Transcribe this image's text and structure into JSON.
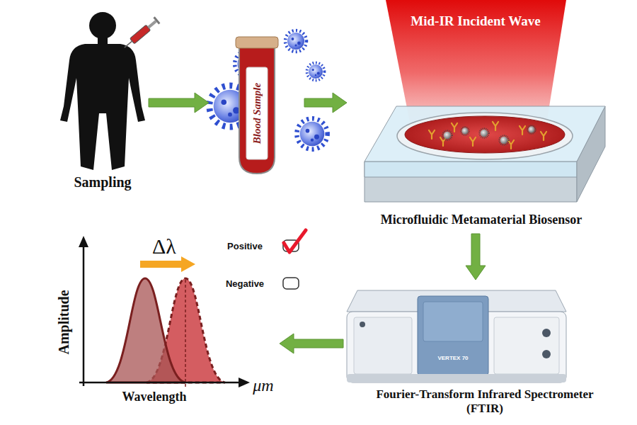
{
  "diagram": {
    "nodes": [
      {
        "text": [
          "Sampling"
        ]
      },
      {
        "text": [
          "Blood Sample"
        ]
      },
      {
        "text": [
          "Microfluidic Metamaterial Biosensor"
        ]
      },
      {
        "text": [
          "Fourier-Transform Infrared Spectrometer (FTIR)"
        ]
      },
      {
        "text": [
          "Δλ",
          "Amplitude",
          "Wavelength",
          "μm"
        ]
      }
    ],
    "edges": [
      {
        "from": 0,
        "to": 1,
        "arrow": "to"
      },
      {
        "from": 1,
        "to": 2,
        "arrow": "to"
      },
      {
        "from": 2,
        "to": 3,
        "arrow": "to"
      },
      {
        "from": 3,
        "to": 4,
        "arrow": "to"
      }
    ],
    "labels": [
      "Mid-IR Incident Wave",
      "Positive",
      "Negative",
      "VERTEX 70"
    ]
  }
}
